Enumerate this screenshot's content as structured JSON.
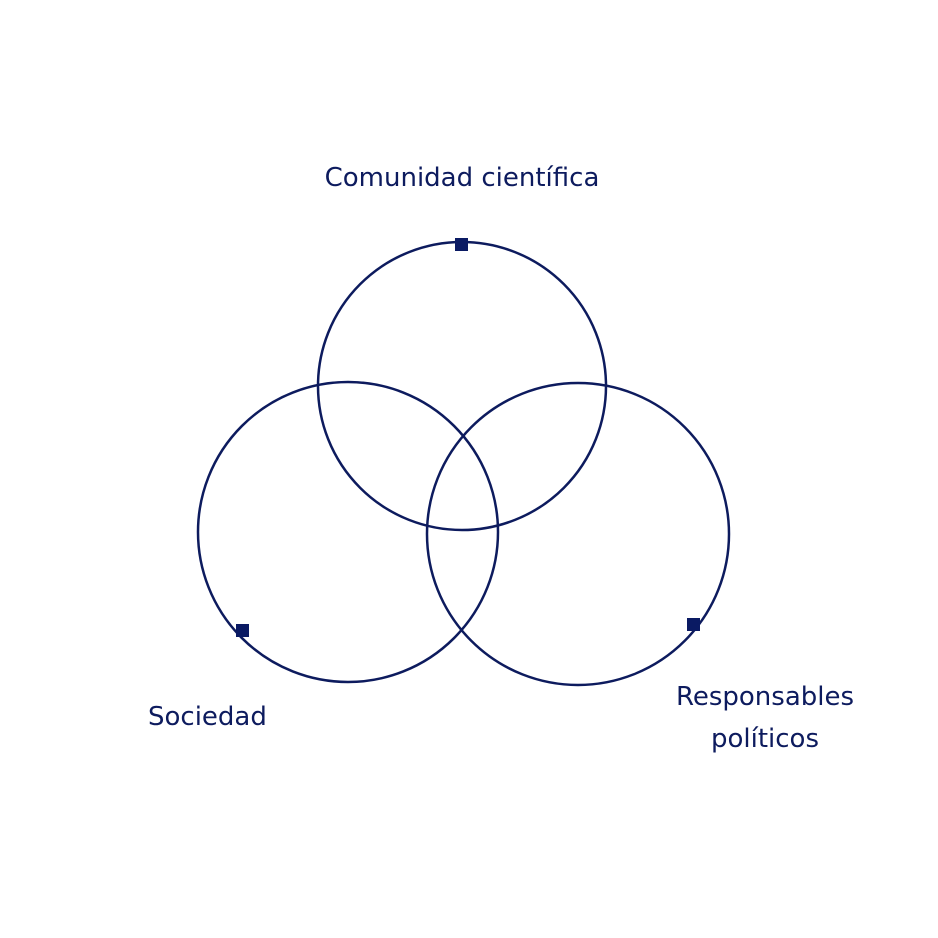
{
  "colors": {
    "ink": "#0d1b5e",
    "marker": "#0a1a63",
    "background": "#ffffff"
  },
  "diagram": {
    "type": "venn-3",
    "sets": [
      {
        "id": "science",
        "label": "Comunidad científica"
      },
      {
        "id": "society",
        "label": "Sociedad"
      },
      {
        "id": "policy",
        "label_line1": "Responsables",
        "label_line2": "políticos"
      }
    ]
  }
}
